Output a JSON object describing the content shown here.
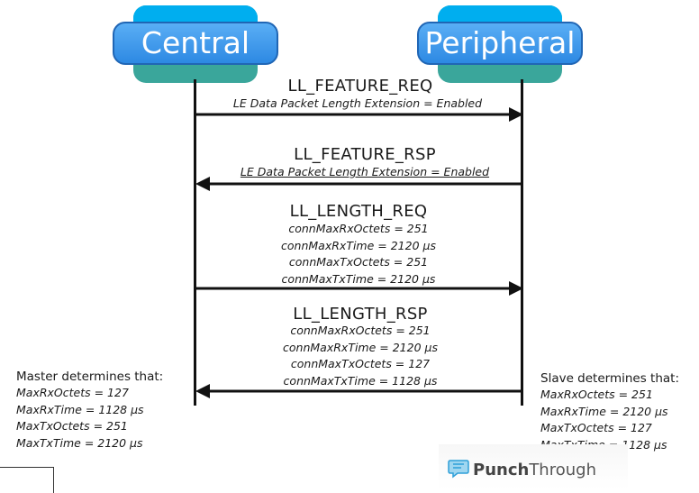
{
  "nodes": {
    "central": "Central",
    "peripheral": "Peripheral"
  },
  "messages": [
    {
      "title": "LL_FEATURE_REQ",
      "subtitle": "LE Data Packet Length Extension = Enabled",
      "direction": "central-to-peripheral"
    },
    {
      "title": "LL_FEATURE_RSP",
      "subtitle": "LE Data Packet Length Extension = Enabled",
      "direction": "peripheral-to-central"
    },
    {
      "title": "LL_LENGTH_REQ",
      "params": [
        "connMaxRxOctets = 251",
        "connMaxRxTime = 2120 µs",
        "connMaxTxOctets = 251",
        "connMaxTxTime = 2120 µs"
      ],
      "direction": "central-to-peripheral"
    },
    {
      "title": "LL_LENGTH_RSP",
      "params": [
        "connMaxRxOctets = 251",
        "connMaxRxTime = 2120 µs",
        "connMaxTxOctets = 127",
        "connMaxTxTime = 1128 µs"
      ],
      "direction": "peripheral-to-central"
    }
  ],
  "notes": {
    "master": {
      "heading": "Master determines that:",
      "lines": [
        "MaxRxOctets = 127",
        "MaxRxTime = 1128 µs",
        "MaxTxOctets = 251",
        "MaxTxTime = 2120 µs"
      ]
    },
    "slave": {
      "heading": "Slave determines that:",
      "lines": [
        "MaxRxOctets = 251",
        "MaxRxTime = 2120 µs",
        "MaxTxOctets = 127",
        "MaxTxTime = 1128 µs"
      ]
    }
  },
  "logo": {
    "bold": "Punch",
    "light": "Through",
    "icon": "speech-bubble-icon"
  },
  "colors": {
    "node_front": "#3d9bef",
    "node_back": "#3aa69b",
    "node_top": "#00aeef",
    "lines": "#111111"
  }
}
